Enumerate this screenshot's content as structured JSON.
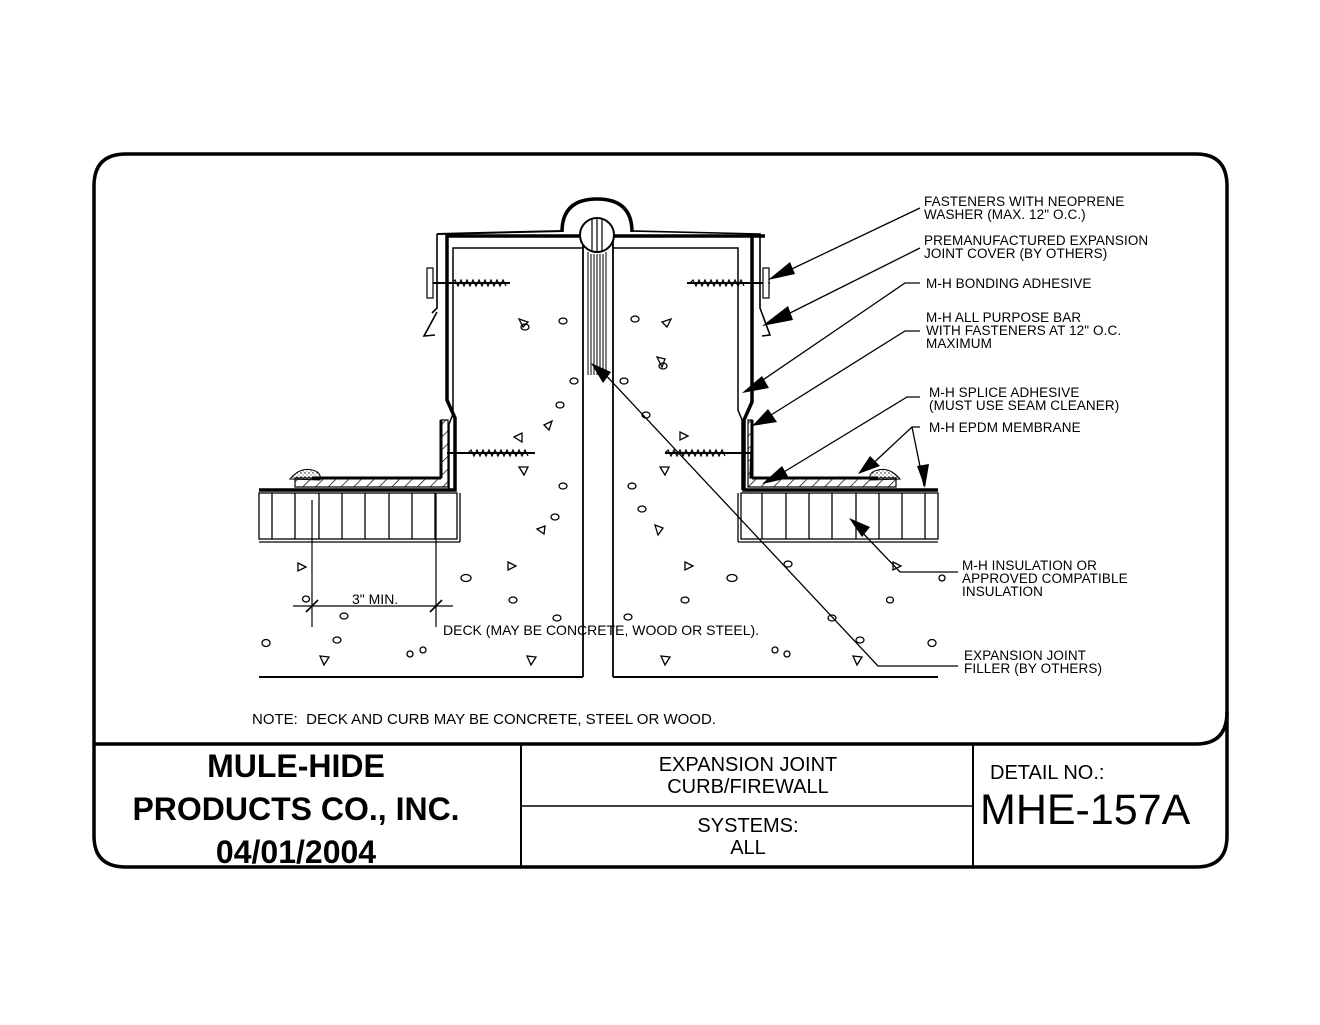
{
  "drawing": {
    "type": "roofing construction detail",
    "subject": "Expansion joint at curb/firewall",
    "callouts": [
      {
        "line1": "FASTENERS WITH NEOPRENE",
        "line2": "WASHER (MAX. 12\" O.C.)",
        "line3": ""
      },
      {
        "line1": "PREMANUFACTURED EXPANSION",
        "line2": "JOINT COVER (BY OTHERS)",
        "line3": ""
      },
      {
        "line1": "M-H BONDING ADHESIVE",
        "line2": "",
        "line3": ""
      },
      {
        "line1": "M-H ALL PURPOSE BAR",
        "line2": "WITH FASTENERS AT 12\" O.C.",
        "line3": "MAXIMUM"
      },
      {
        "line1": "M-H SPLICE ADHESIVE",
        "line2": "(MUST USE SEAM CLEANER)",
        "line3": ""
      },
      {
        "line1": "M-H EPDM MEMBRANE",
        "line2": "",
        "line3": ""
      },
      {
        "line1": "M-H INSULATION OR",
        "line2": "APPROVED COMPATIBLE",
        "line3": "INSULATION"
      },
      {
        "line1": "EXPANSION JOINT",
        "line2": "FILLER (BY OTHERS)",
        "line3": ""
      }
    ],
    "dimension_label": "3\" MIN.",
    "deck_label": "DECK (MAY BE CONCRETE, WOOD OR STEEL).",
    "note": "NOTE:  DECK AND CURB MAY BE CONCRETE, STEEL OR WOOD."
  },
  "title_block": {
    "company_line1": "MULE-HIDE",
    "company_line2": "PRODUCTS CO., INC.",
    "date": "04/01/2004",
    "title_line1": "EXPANSION JOINT",
    "title_line2": "CURB/FIREWALL",
    "systems_label": "SYSTEMS:",
    "systems_value": "ALL",
    "detail_label": "DETAIL NO.:",
    "detail_number": "MHE-157A"
  }
}
